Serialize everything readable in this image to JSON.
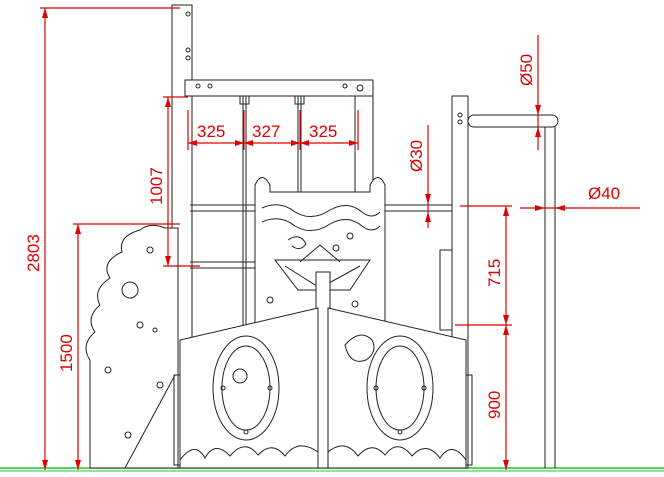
{
  "drawing": {
    "dimensions": {
      "total_height": "2803",
      "platform_height": "1500",
      "panel_height": "1007",
      "bay_1": "325",
      "bay_2": "327",
      "bay_3": "325",
      "rail_diameter": "Ø50",
      "post_diameter": "Ø30",
      "bar_diameter": "Ø40",
      "rail_height": "715",
      "base_height": "900"
    },
    "colors": {
      "dimension": "#e00000",
      "ground": "#22cc22",
      "ink": "#222222"
    }
  }
}
